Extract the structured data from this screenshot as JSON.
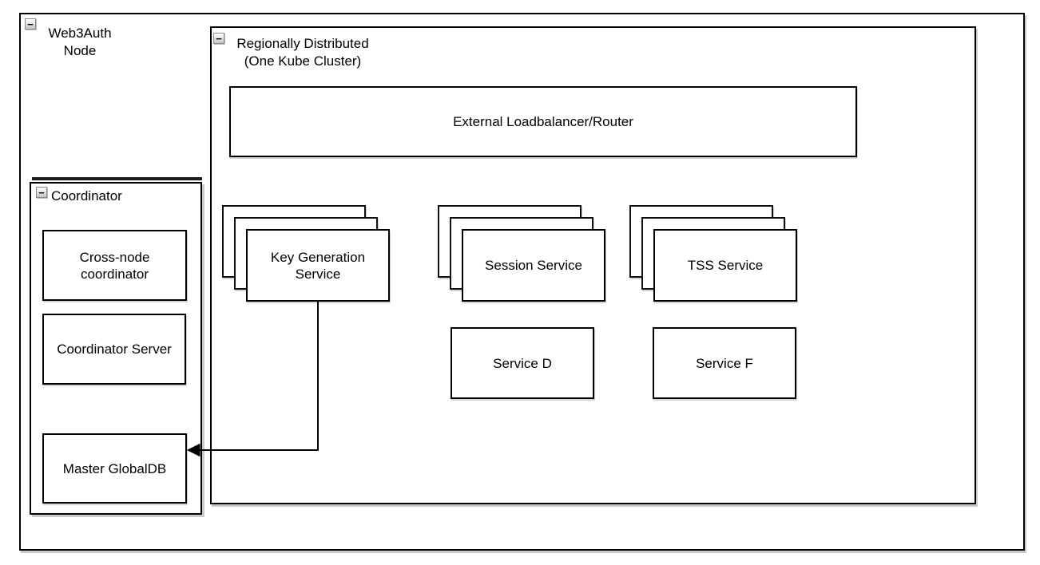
{
  "diagram": {
    "background": "#ffffff",
    "stroke_color": "#000000",
    "shadow_color": "#c9c9c9"
  },
  "icons": {
    "collapse_glyph": "−",
    "collapse_meaning": "collapse-group-minus"
  },
  "nodes": {
    "web3auth_node": {
      "lines": [
        "Web3Auth",
        "Node"
      ]
    },
    "kube_cluster": {
      "lines": [
        "Regionally Distributed",
        "(One Kube Cluster)"
      ]
    },
    "loadbalancer": {
      "label": "External Loadbalancer/Router"
    },
    "key_generation": {
      "lines": [
        "Key Generation",
        "Service"
      ]
    },
    "session_service": {
      "label": "Session Service"
    },
    "tss_service": {
      "label": "TSS Service"
    },
    "service_d": {
      "label": "Service D"
    },
    "service_f": {
      "label": "Service F"
    },
    "coordinator": {
      "label": "Coordinator"
    },
    "cross_node": {
      "lines": [
        "Cross-node",
        "coordinator"
      ]
    },
    "coordinator_server": {
      "label": "Coordinator Server"
    },
    "master_globaldb": {
      "label": "Master GlobalDB"
    }
  },
  "edges": [
    {
      "from": "Key Generation Service",
      "to": "Master GlobalDB",
      "style": "orthogonal",
      "arrow": "left"
    }
  ]
}
